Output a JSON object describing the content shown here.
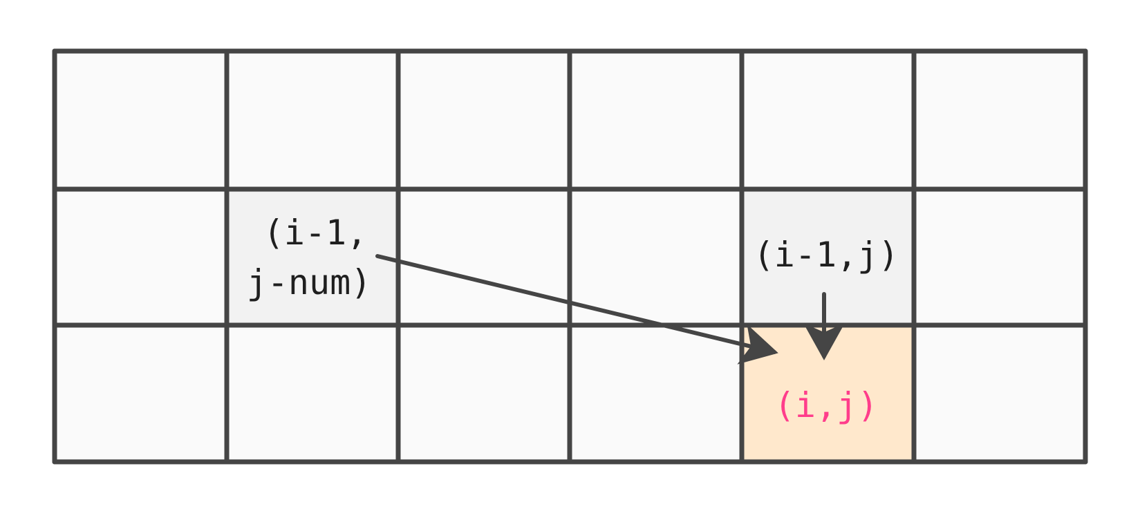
{
  "grid": {
    "rows": 3,
    "cols": 6,
    "line_color": "#454545",
    "cell_fill": "#fafafa",
    "source_fill": "#f2f2f2",
    "target_fill": "#ffe8cc",
    "accent_color": "#ff3d8b"
  },
  "cells": [
    {
      "row": 1,
      "col": 1,
      "role": "source",
      "label_lines": [
        "(i-1,",
        "j-num)"
      ]
    },
    {
      "row": 1,
      "col": 4,
      "role": "source",
      "label_lines": [
        "(i-1,j)"
      ]
    },
    {
      "row": 2,
      "col": 4,
      "role": "target",
      "label_lines": [
        "(i,j)"
      ]
    }
  ],
  "arrows": [
    {
      "from": "cell-1-1",
      "to": "cell-2-4",
      "name": "diagonal-transition-arrow"
    },
    {
      "from": "cell-1-4",
      "to": "cell-2-4",
      "name": "vertical-transition-arrow"
    }
  ]
}
